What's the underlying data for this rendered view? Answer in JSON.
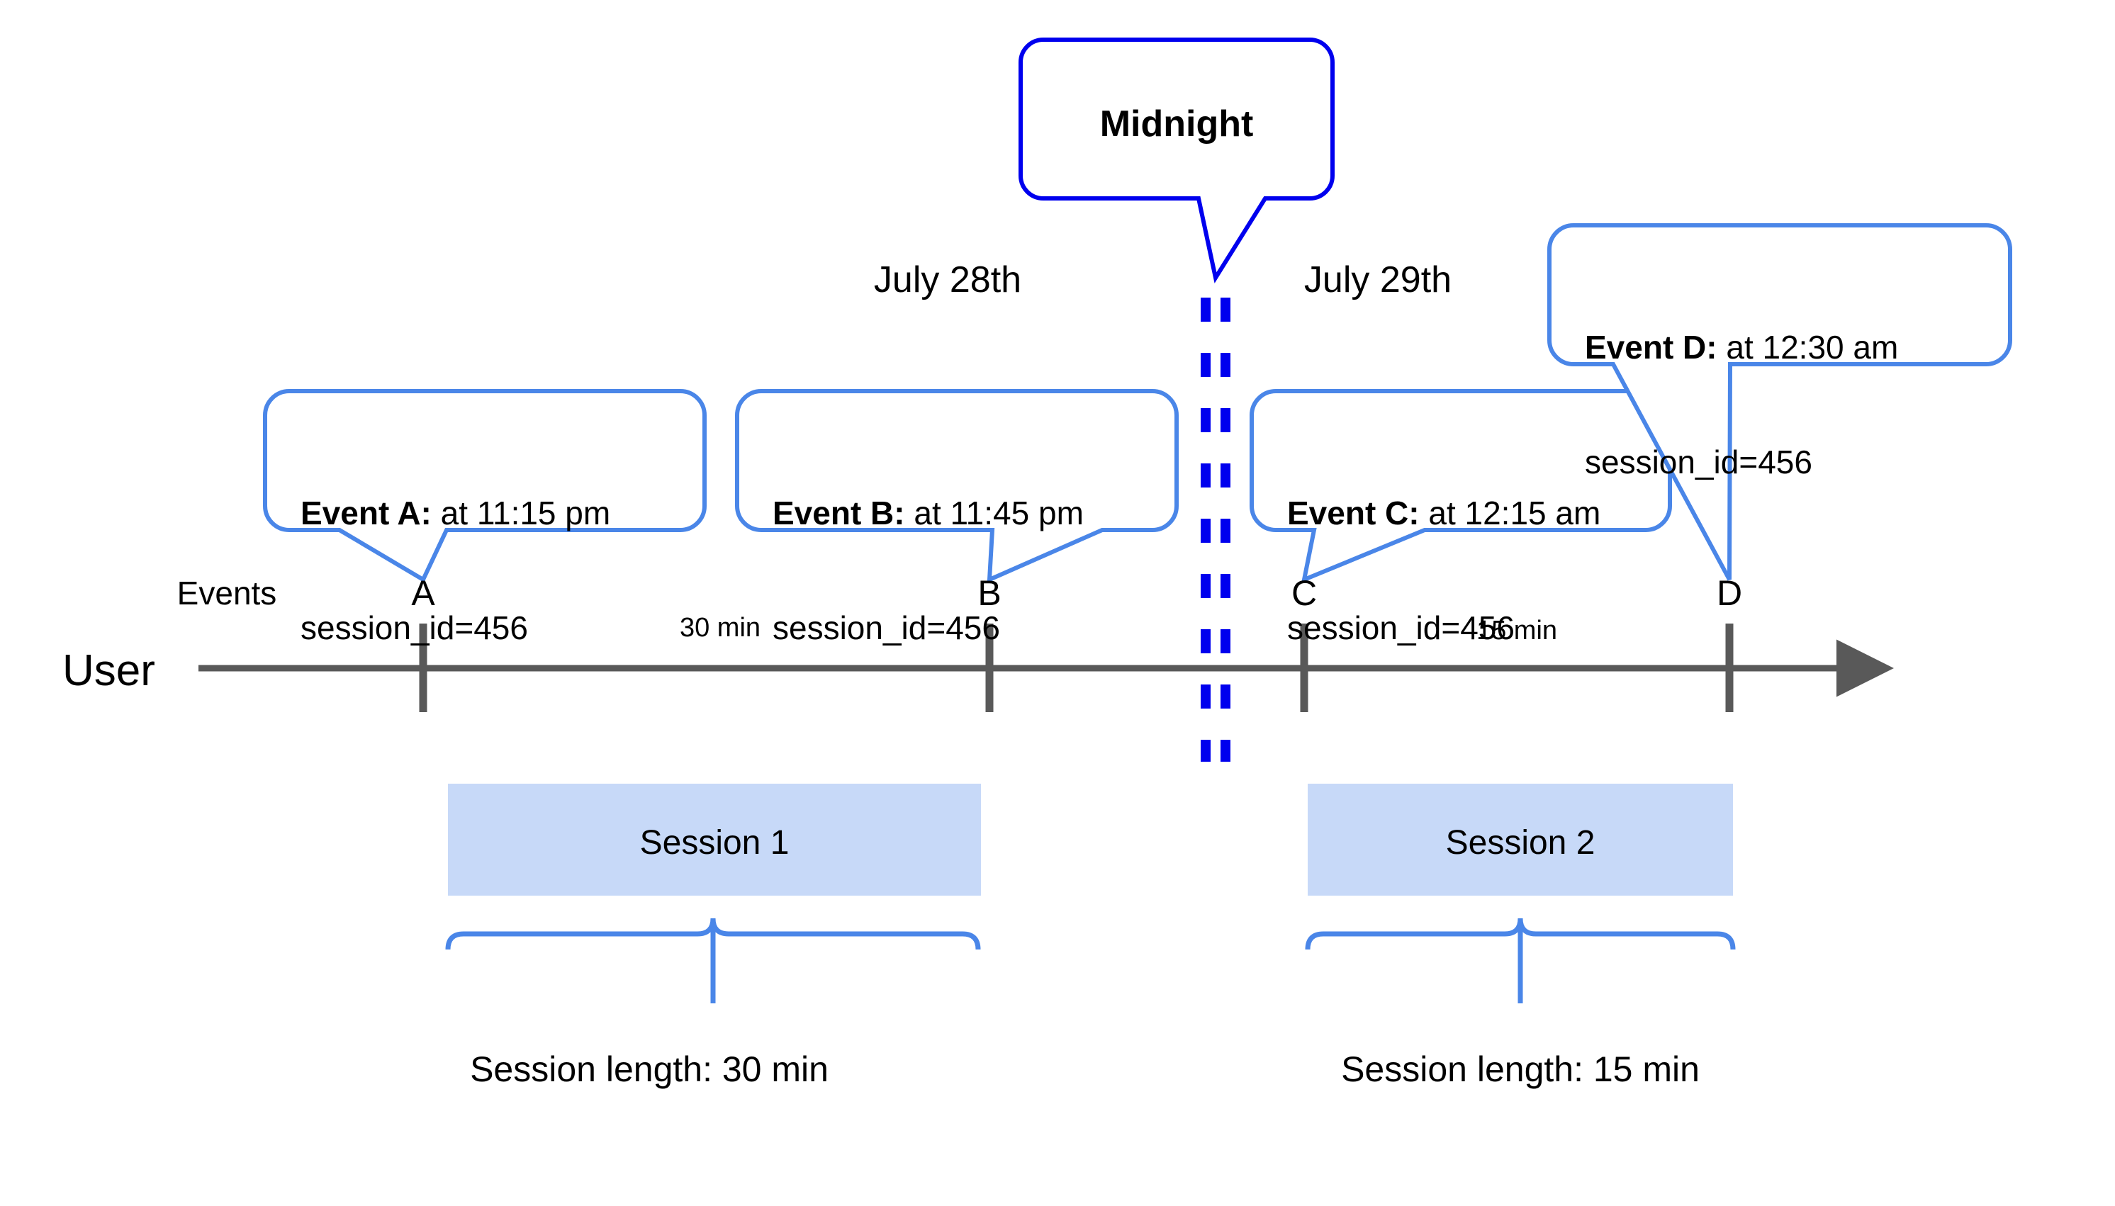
{
  "diagram": {
    "title_note": "Midnight",
    "lane_labels": {
      "events": "Events",
      "user": "User"
    },
    "dates": [
      {
        "label": "July 28th"
      },
      {
        "label": "July 29th"
      }
    ],
    "midnight_marker": {
      "label": "Midnight",
      "style": "double-dashed-vertical-line",
      "color": "#0000ee"
    },
    "events": [
      {
        "marker": "A",
        "bold_label": "Event A:",
        "detail": " at 11:15 pm",
        "meta": "session_id=456"
      },
      {
        "marker": "B",
        "bold_label": "Event B:",
        "detail": " at 11:45 pm",
        "meta": "session_id=456"
      },
      {
        "marker": "C",
        "bold_label": "Event C:",
        "detail": " at 12:15 am",
        "meta": "session_id=456"
      },
      {
        "marker": "D",
        "bold_label": "Event D:",
        "detail": " at 12:30 am",
        "meta": "session_id=456"
      }
    ],
    "durations": [
      {
        "label": "30 min"
      },
      {
        "label": "15 min"
      }
    ],
    "sessions": [
      {
        "name": "Session 1",
        "length_label": "Session length: 30 min"
      },
      {
        "name": "Session 2",
        "length_label": "Session length: 15 min"
      }
    ],
    "colors": {
      "callout_border": "#4a86e8",
      "midnight_border": "#0000ee",
      "session_fill": "#c7d9f8",
      "axis": "#595959",
      "brace": "#4a86e8",
      "text": "#000000"
    }
  }
}
